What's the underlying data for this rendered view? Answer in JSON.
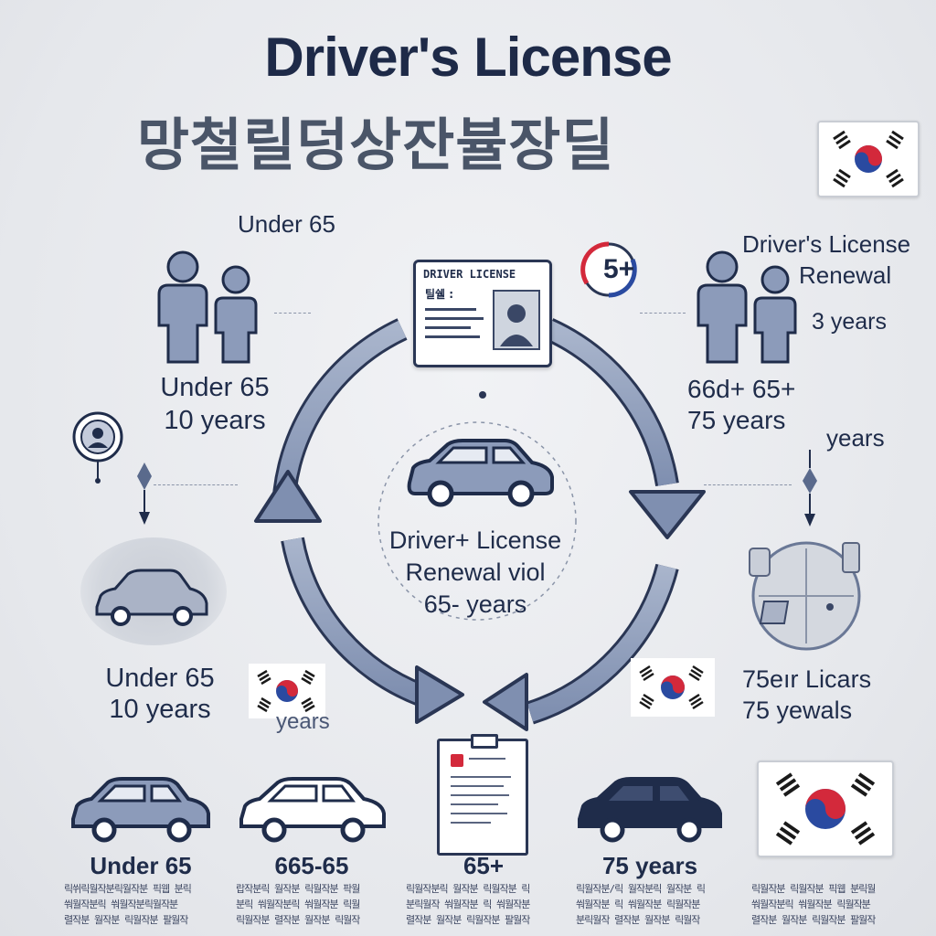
{
  "title": "Driver's License",
  "subtitle": "망철릴덩상잔뷸장딜",
  "colors": {
    "navy": "#1f2c4a",
    "steel": "#8898b8",
    "flag_red": "#d3293b",
    "flag_blue": "#2a4aa0",
    "background": "#e8eaee"
  },
  "center": {
    "license_card_title": "DRIVER LICENSE",
    "license_card_sub": "틸쉘 :",
    "label_line1": "Driver+ License",
    "label_line2": "Renewal viol",
    "label_line3": "65- years"
  },
  "left_top": {
    "heading": "Under 65",
    "line1": "Under 65",
    "line2": "10 years"
  },
  "left_mid": {
    "line1": "Under 65",
    "line2": "10 years",
    "flag_caption": "years"
  },
  "right_top": {
    "badge": "5+",
    "heading_line1": "Driver's License",
    "heading_line2": "Renewal",
    "period": "3 years",
    "line1": "66d+ 65+",
    "line2": "75 years",
    "line3": "years"
  },
  "right_mid": {
    "line1": "75eır Licars",
    "line2": "75 yewals"
  },
  "bottom": {
    "items": [
      {
        "label": "Under 65",
        "fine": "릭쒸릭월작분릭월작분 픽웹 분릭\n쒀월작분릭 쒀월작분릭월작분\n렬작분 월작분 릭월작분 팔월작"
      },
      {
        "label": "665-65",
        "fine": "랍작분릭 월작분 릭월작분 팍월\n분릭 쒀월작분릭 쒀월작분 릭월\n릭월작분 렬작분 월작분 릭월작"
      },
      {
        "label": "65+",
        "fine": "릭월작분릭 월작분 릭월작분 릭\n분릭월작 쒀월작분 릭 쒀월작분\n렬작분 월작분 릭월작분 팔월작"
      },
      {
        "label": "75 years",
        "fine": "릭월작분/릭 월작분릭 월작분 릭\n쒀월작분 릭 쒀월작분 릭월작분\n분릭월작 렬작분 월작분 릭월작"
      },
      {
        "label": "",
        "fine": "릭월작분 릭월작분 픽웹 분릭월\n쒀월작분릭 쒀월작분 릭월작분\n렬작분 월작분 릭월작분 팔월작"
      }
    ]
  }
}
